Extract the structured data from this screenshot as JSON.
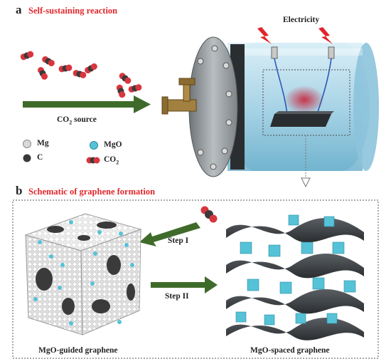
{
  "panel_a": {
    "letter": "a",
    "title": "Self-sustaining reaction",
    "electricity_label": "Electricity",
    "co2_source_text": "CO",
    "co2_source_sub": "2",
    "co2_source_suffix": " source",
    "legend": {
      "mg": "Mg",
      "c": "C",
      "mgo": "MgO",
      "co2_text": "CO",
      "co2_sub": "2"
    }
  },
  "panel_b": {
    "letter": "b",
    "title": "Schematic of graphene formation",
    "step1": "Step I",
    "step2": "Step II",
    "left_caption": "MgO-guided graphene",
    "right_caption": "MgO-spaced graphene"
  },
  "colors": {
    "title_red": "#e0262b",
    "arrow_green": "#3f6b2a",
    "mgo_cyan": "#56c2d8",
    "co2_red": "#d8353d",
    "carbon_dark": "#3a3a3a"
  }
}
